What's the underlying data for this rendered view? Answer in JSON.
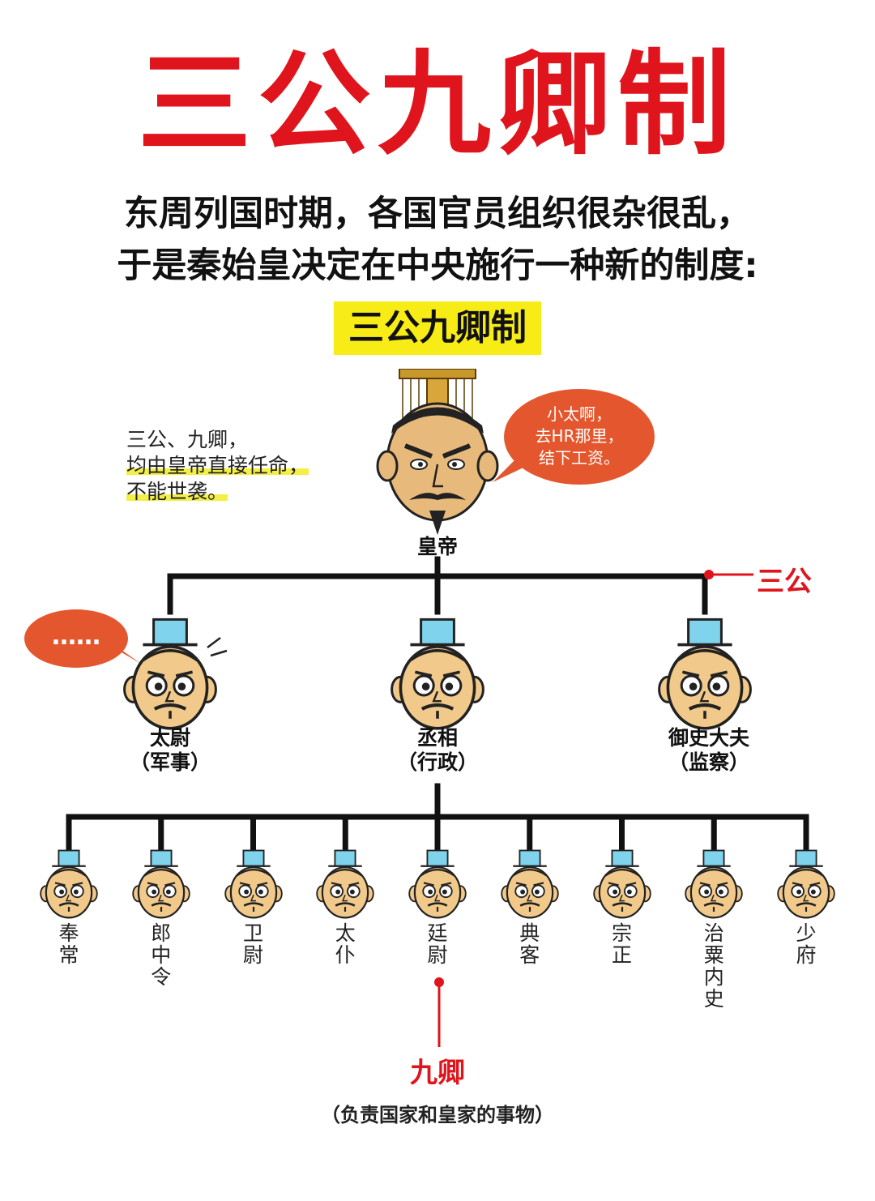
{
  "title": "三公九卿制",
  "intro": {
    "line1": "东周列国时期，各国官员组织很杂很乱，",
    "line2": "于是秦始皇决定在中央施行一种新的制度:"
  },
  "highlight": "三公九卿制",
  "note": {
    "line1": "三公、九卿，",
    "line2": "均由皇帝直接任命，",
    "line3": "不能世袭。"
  },
  "emperor": {
    "label": "皇帝",
    "speech": [
      "小太啊，",
      "去HR那里，",
      "结下工资。"
    ]
  },
  "sangong_label": "三公",
  "sangong": [
    {
      "name": "太尉",
      "role": "（军事）"
    },
    {
      "name": "丞相",
      "role": "（行政）"
    },
    {
      "name": "御史大夫",
      "role": "（监察）"
    }
  ],
  "taiwei_speech": "……",
  "jiuqing": [
    {
      "name": "奉常"
    },
    {
      "name": "郎中令"
    },
    {
      "name": "卫尉"
    },
    {
      "name": "太仆"
    },
    {
      "name": "廷尉"
    },
    {
      "name": "典客"
    },
    {
      "name": "宗正"
    },
    {
      "name": "治粟内史"
    },
    {
      "name": "少府"
    }
  ],
  "jiuqing_label": "九卿",
  "jiuqing_note": "（负责国家和皇家的事物）",
  "colors": {
    "accent_red": "#e0141c",
    "highlight_yellow": "#f8ec16",
    "bubble_orange": "#e4572e",
    "hat_blue": "#7fd3ec",
    "skin": "#f1c98a"
  }
}
